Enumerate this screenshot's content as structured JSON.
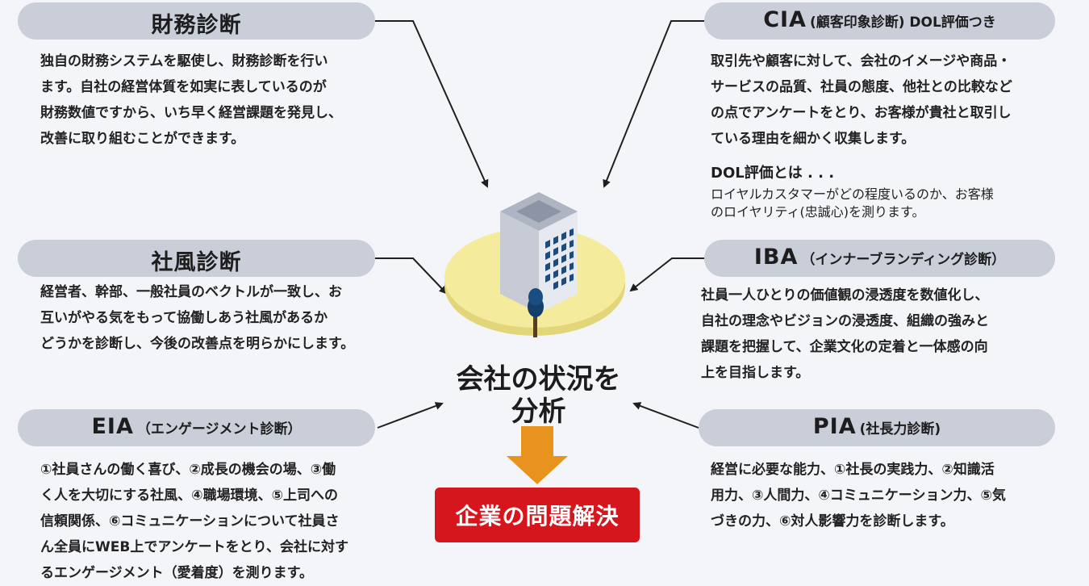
{
  "colors": {
    "background": "#f4f5f8",
    "pill": "#c9ced9",
    "platform": "#f5eb9c",
    "down_arrow": "#e8931d",
    "result_box": "#d5161d"
  },
  "zaimu": {
    "title": "財務診断",
    "desc": "独自の財務システムを駆使し、財務診断を行い\nます。自社の経営体質を如実に表しているのが\n財務数値ですから、いち早く経営課題を発見し、\n改善に取り組むことができます。"
  },
  "shafu": {
    "title": "社風診断",
    "desc": "経営者、幹部、一般社員のベクトルが一致し、お\n互いがやる気をもって協働しあう社風があるか\nどうかを診断し、今後の改善点を明らかにします。"
  },
  "eia": {
    "title": "EIA",
    "subtitle": "（エンゲージメント診断）",
    "desc": "①社員さんの働く喜び、②成長の機会の場、③働\nく人を大切にする社風、④職場環境、⑤上司への\n信頼関係、⑥コミュニケーションについて社員さ\nん全員にWEB上でアンケートをとり、会社に対す\nるエンゲージメント（愛着度）を測ります。"
  },
  "cia": {
    "title": "CIA",
    "subtitle": "(顧客印象診断) DOL評価つき",
    "desc": "取引先や顧客に対して、会社のイメージや商品・\nサービスの品質、社員の態度、他社との比較など\nの点でアンケートをとり、お客様が貴社と取引し\nている理由を細かく収集します。",
    "dol_title": "DOL評価とは . . .",
    "dol_desc": "ロイヤルカスタマーがどの程度いるのか、お客様\nのロイヤリティ(忠誠心)を測ります。"
  },
  "iba": {
    "title": "IBA",
    "subtitle": "（インナーブランディング診断）",
    "desc": "社員一人ひとりの価値観の浸透度を数値化し、\n自社の理念やビジョンの浸透度、組織の強みと\n課題を把握して、企業文化の定着と一体感の向\n上を目指します。"
  },
  "pia": {
    "title": "PIA",
    "subtitle": "(社長力診断)",
    "desc": "経営に必要な能力、①社長の実践力、②知識活\n用力、③人間力、④コミュニケーション力、⑤気\nづきの力、⑥対人影響力を診断します。"
  },
  "center": {
    "label": "会社の状況を\n分析",
    "result": "企業の問題解決"
  }
}
